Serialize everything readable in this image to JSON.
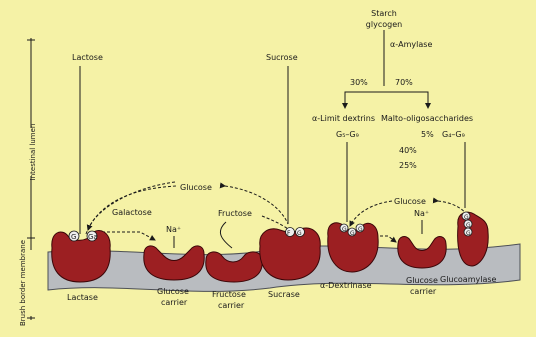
{
  "side_labels": {
    "lumen": "Intestinal lumen",
    "membrane": "Brush border membrane"
  },
  "starch": {
    "title_line1": "Starch",
    "title_line2": "glycogen",
    "enzyme": "α-Amylase",
    "split_left": "30%",
    "split_right": "70%",
    "limit_dextrins": "α-Limit dextrins",
    "limit_range": "G₅–G₉",
    "malto": "Malto-oligosaccharides",
    "malto_pct_1": "5%",
    "malto_range": "G₄–G₉",
    "malto_pct_2": "40%",
    "malto_pct_3": "25%"
  },
  "substrates": {
    "lactose": "Lactose",
    "sucrose": "Sucrose"
  },
  "products": {
    "glucose_top": "Glucose",
    "galactose": "Galactose",
    "fructose": "Fructose",
    "glucose_right": "Glucose",
    "na_1": "Na⁺",
    "na_2": "Na⁺"
  },
  "site_letters": {
    "lactase_g": "G",
    "lactase_ga": "Ga",
    "sucrase_f": "F",
    "sucrase_g": "G",
    "dextrinase_g1": "G",
    "dextrinase_g2": "G",
    "dextrinase_g3": "G",
    "gluco_g1": "G",
    "gluco_g2": "G",
    "gluco_g3": "G"
  },
  "enzymes": {
    "lactase": "Lactase",
    "glucose_carrier_1_l1": "Glucose",
    "glucose_carrier_1_l2": "carrier",
    "fructose_carrier_l1": "Fructose",
    "fructose_carrier_l2": "carrier",
    "sucrase": "Sucrase",
    "dextrinase": "α-Dextrinase",
    "glucose_carrier_2_l1": "Glucose",
    "glucose_carrier_2_l2": "carrier",
    "glucoamylase": "Glucoamylase"
  },
  "colors": {
    "background": "#f5f2a6",
    "membrane": "#b9bcc0",
    "protein": "#9c1f22",
    "ink": "#1a1a1a"
  }
}
